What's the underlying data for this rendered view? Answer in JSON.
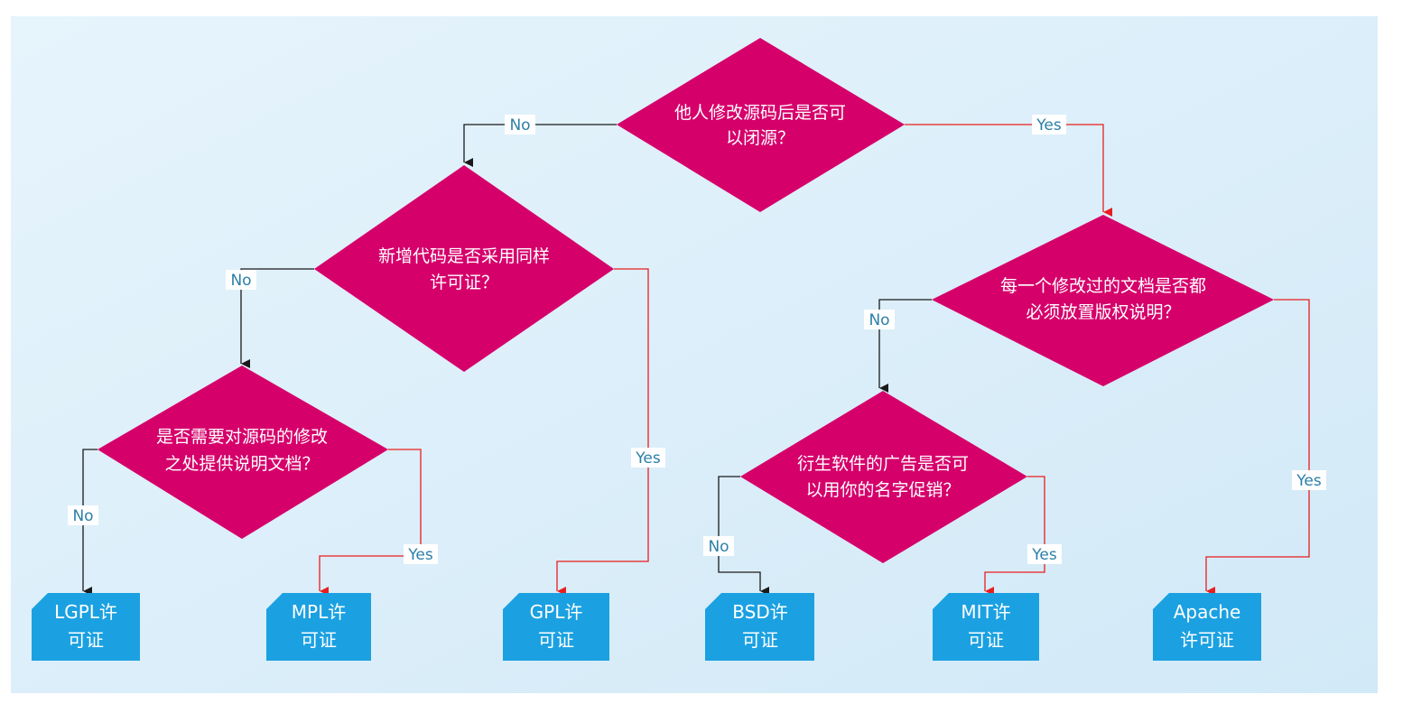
{
  "decisions": {
    "closed_source": {
      "line1": "他人修改源码后是否可",
      "line2": "以闭源？"
    },
    "same_license": {
      "line1": "新增代码是否采用同样",
      "line2": "许可证？"
    },
    "document_changes": {
      "line1": "是否需要对源码的修改",
      "line2": "之处提供说明文档？"
    },
    "copyright_notice": {
      "line1": "每一个修改过的文档是否都",
      "line2": "必须放置版权说明？"
    },
    "name_promotion": {
      "line1": "衍生软件的广告是否可",
      "line2": "以用你的名字促销？"
    }
  },
  "licenses": {
    "lgpl": {
      "line1": "LGPL许",
      "line2": "可证"
    },
    "mpl": {
      "line1": "MPL许",
      "line2": "可证"
    },
    "gpl": {
      "line1": "GPL许",
      "line2": "可证"
    },
    "bsd": {
      "line1": "BSD许",
      "line2": "可证"
    },
    "mit": {
      "line1": "MIT许",
      "line2": "可证"
    },
    "apache": {
      "line1": "Apache",
      "line2": "许可证"
    }
  },
  "labels": {
    "no": "No",
    "yes": "Yes"
  },
  "colors": {
    "decision": "#d6006b",
    "terminal": "#1ba1e2",
    "no_edge": "#1a1a1a",
    "yes_edge": "#e81e1e",
    "edge_label": "#2b7fa8"
  }
}
